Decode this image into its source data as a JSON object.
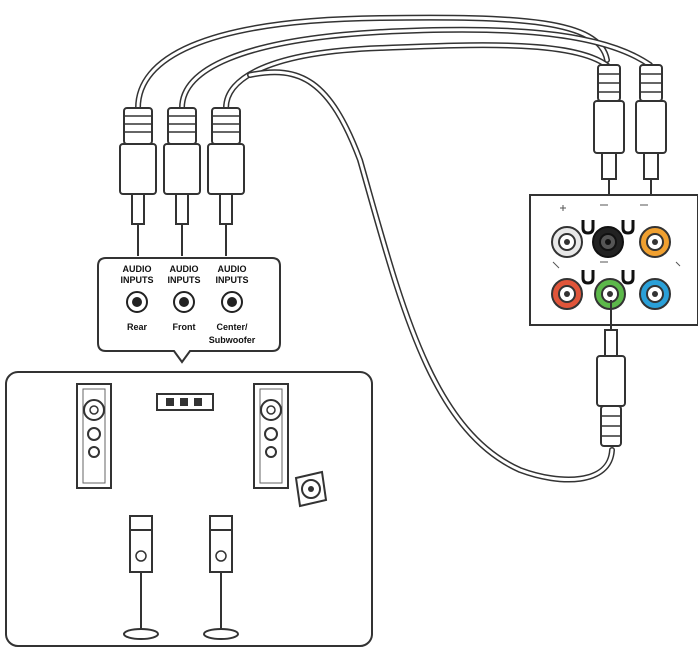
{
  "inputs": [
    {
      "line1": "AUDIO",
      "line2": "INPUTS",
      "name_line1": "Rear",
      "name_line2": ""
    },
    {
      "line1": "AUDIO",
      "line2": "INPUTS",
      "name_line1": "Front",
      "name_line2": ""
    },
    {
      "line1": "AUDIO",
      "line2": "INPUTS",
      "name_line1": "Center/",
      "name_line2": "Subwoofer"
    }
  ],
  "colors": {
    "port_white": "#e8e8e8",
    "port_black": "#222222",
    "port_orange": "#f0a030",
    "port_red": "#e0553a",
    "port_green": "#5cb84a",
    "port_blue": "#2aa0d8",
    "outline": "#333333"
  }
}
